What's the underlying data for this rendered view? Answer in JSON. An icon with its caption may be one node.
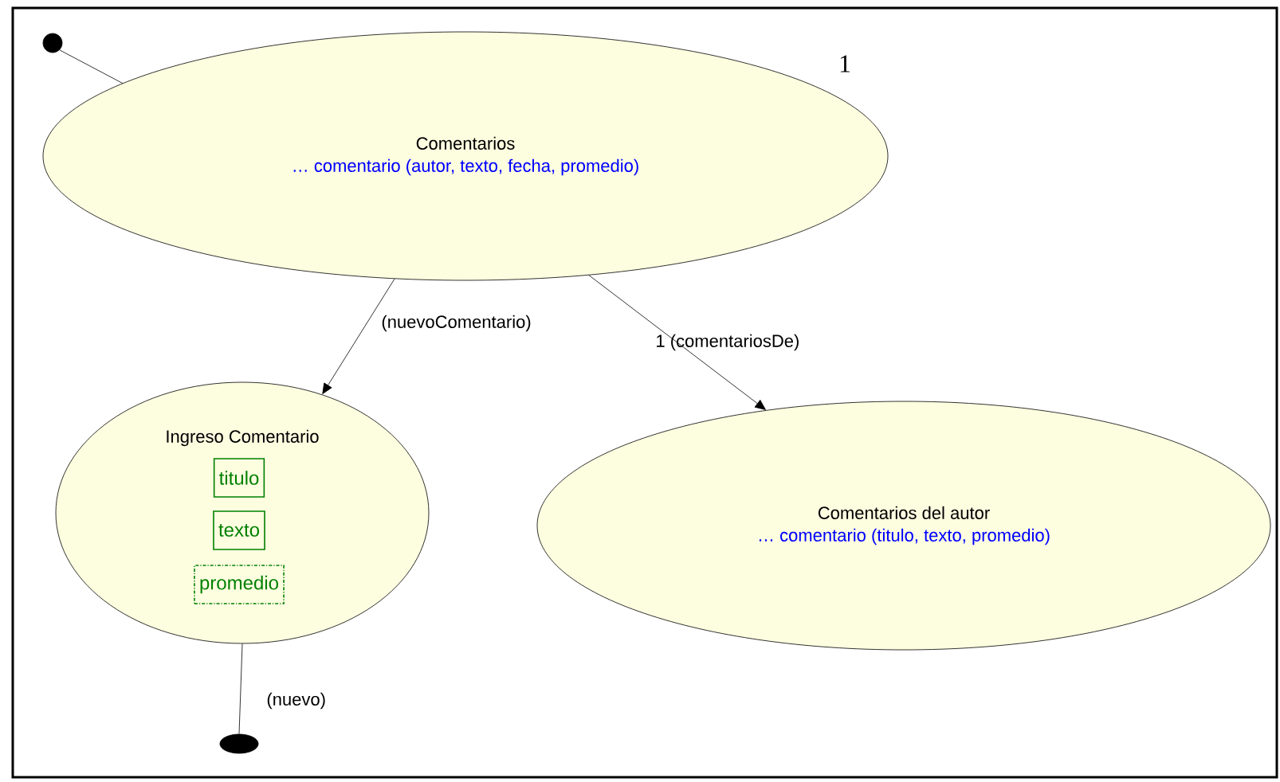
{
  "diagram": {
    "nodes": [
      {
        "text": [],
        "shape": "circle"
      },
      {
        "text": [
          "Comentarios",
          "… comentario (autor, texto, fecha, promedio)"
        ],
        "beside": [
          "1"
        ]
      },
      {
        "text": [
          "Ingreso Comentario"
        ]
      },
      {
        "text": [
          "titulo"
        ],
        "in": 2
      },
      {
        "text": [
          "texto"
        ],
        "in": 2
      },
      {
        "text": [
          "promedio"
        ],
        "in": 2
      },
      {
        "text": [
          "Comentarios del autor",
          "… comentario (titulo, texto, promedio)"
        ]
      },
      {
        "text": [],
        "shape": "circle"
      }
    ],
    "edges": [
      {
        "from": 0,
        "to": 1,
        "arrow": "none"
      },
      {
        "from": 1,
        "to": 2,
        "arrow": "to",
        "label": "(nuevoComentario)"
      },
      {
        "from": 1,
        "to": 6,
        "arrow": "to",
        "label": "1  (comentariosDe)"
      },
      {
        "from": 2,
        "to": 7,
        "arrow": "none",
        "label": "(nuevo)"
      }
    ]
  }
}
